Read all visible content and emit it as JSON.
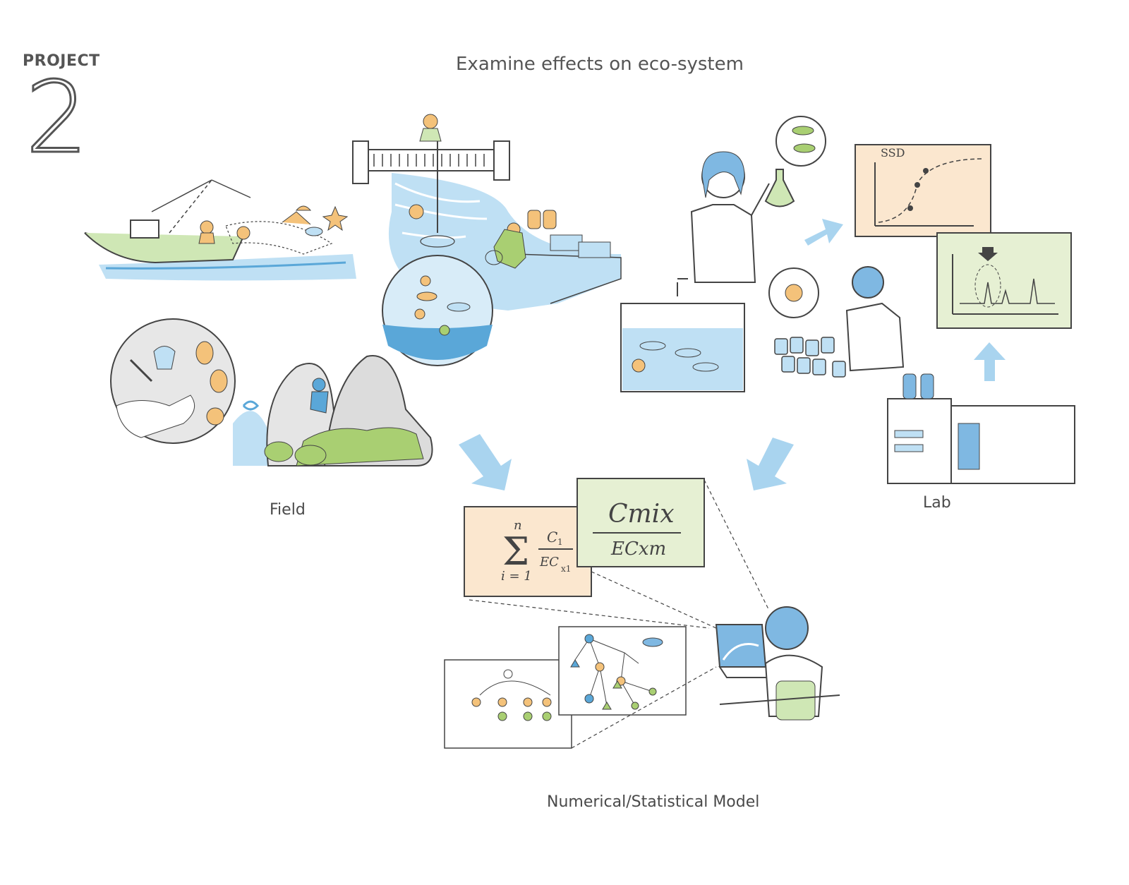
{
  "header": {
    "project_label": "PROJECT",
    "project_number": "2",
    "title": "Examine effects on eco-system"
  },
  "sections": {
    "field": "Field",
    "lab": "Lab",
    "model": "Numerical/Statistical Model"
  },
  "formulas": {
    "sum_top": "n",
    "sum_bottom": "i = 1",
    "numerator": "C",
    "numerator_sub": "1",
    "denominator": "EC",
    "denominator_sub": "x1",
    "mix_numerator": "Cmix",
    "mix_denominator": "ECxm"
  },
  "chart_ssd": {
    "title": "SSD"
  },
  "colors": {
    "water_blue": "#bfe0f4",
    "water_dark": "#5aa7d8",
    "arrow_blue": "#a9d4ef",
    "panel_orange": "#fbe7cf",
    "panel_green": "#e6f0d3",
    "leaf_green": "#a9cf72",
    "skin_orange": "#f4c27a",
    "line_ink": "#444444"
  },
  "icons": [
    "fishing-boat-icon",
    "bridge-icon",
    "river-icon",
    "scientist-icon",
    "aquarium-icon",
    "laptop-icon",
    "lc-ms-instrument-icon",
    "network-graph-icon"
  ]
}
